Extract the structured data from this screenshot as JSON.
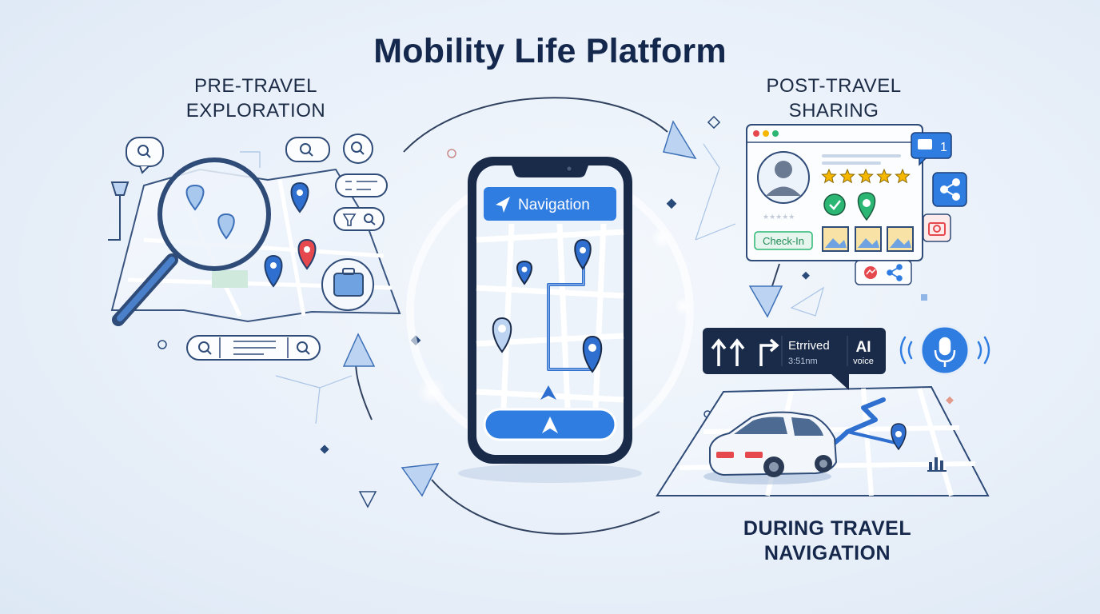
{
  "title": "Mobility Life Platform",
  "sections": {
    "pre_travel": "PRE-TRAVEL\nEXPLORATION",
    "post_travel": "POST-TRAVEL\nSHARING",
    "during_travel": "DURING TRAVEL\nNAVIGATION"
  },
  "phone": {
    "nav_button_label": "Navigation"
  },
  "post_travel_card": {
    "checkin_label": "Check-In",
    "rating_stars": 5,
    "comment_count": "1"
  },
  "navigation_panel": {
    "status_line1": "Etrrived",
    "status_line2": "3:51nm",
    "ai_label": "AI",
    "voice_label": "voice"
  },
  "colors": {
    "primary_blue": "#2f7de1",
    "dark_navy": "#14284d",
    "accent_green": "#2bb673",
    "accent_red": "#e5484d",
    "star_yellow": "#f5b700"
  }
}
